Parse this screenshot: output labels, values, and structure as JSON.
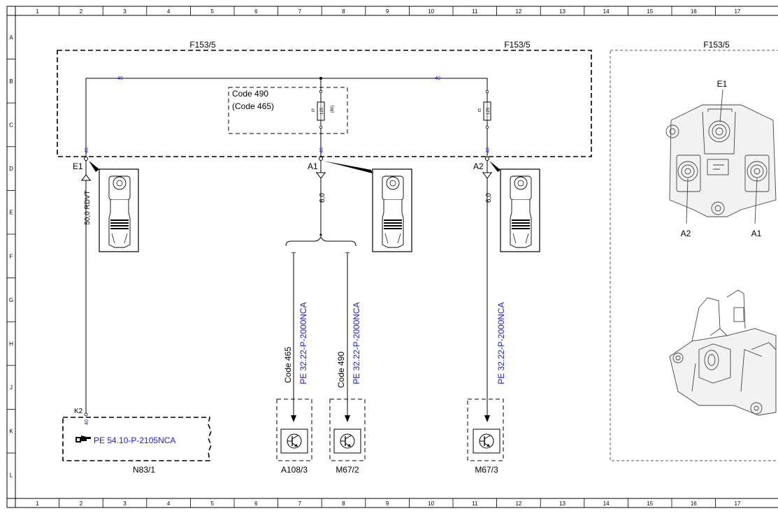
{
  "ruler": {
    "columns": [
      "1",
      "2",
      "3",
      "4",
      "5",
      "6",
      "7",
      "8",
      "9",
      "10",
      "11",
      "12",
      "13",
      "14",
      "15",
      "16",
      "17"
    ],
    "rows": [
      "A",
      "B",
      "C",
      "D",
      "E",
      "F",
      "G",
      "H",
      "J",
      "K",
      "L"
    ]
  },
  "groups": {
    "main_title_left": "F153/5",
    "main_title_right": "F153/5",
    "illustration_title": "F153/5",
    "code_box_line1": "Code 490",
    "code_box_line2": "(Code 465)"
  },
  "fuses": {
    "f1_label": "f1",
    "f1_rating": "125",
    "f1_alt": "(80)",
    "f2_label": "f2",
    "f2_rating": "125"
  },
  "wire_markers": {
    "top_left": "40",
    "top_right": "40",
    "e1_pin": "40",
    "a1_pin": "40",
    "a2_pin": "40",
    "k2_pin": "40"
  },
  "pins": {
    "e1": "E1",
    "a1": "A1",
    "a2": "A2",
    "k2": "K2"
  },
  "wires": {
    "e1_wire": "50,0 RDVT",
    "a1_wire": "6,0",
    "a2_wire": "6,0"
  },
  "codes": {
    "code_465": "Code 465",
    "code_490": "Code 490"
  },
  "references": {
    "ref_a108": "PE 32.22-P-2000NCA",
    "ref_m67_2": "PE 32.22-P-2000NCA",
    "ref_m67_3": "PE 32.22-P-2000NCA",
    "ref_n83": "PE 54.10-P-2105NCA"
  },
  "components": {
    "n83_1": "N83/1",
    "a108_3": "A108/3",
    "m67_2": "M67/2",
    "m67_3": "M67/3"
  },
  "illustration": {
    "e1": "E1",
    "a2": "A2",
    "a1": "A1"
  },
  "icons": {
    "pointing_hand": "pointing-hand-icon",
    "transistor": "transistor-icon",
    "terminal_lug": "terminal-lug-icon"
  },
  "colors": {
    "reference_link": "#1a1ad6",
    "line": "#000000"
  }
}
